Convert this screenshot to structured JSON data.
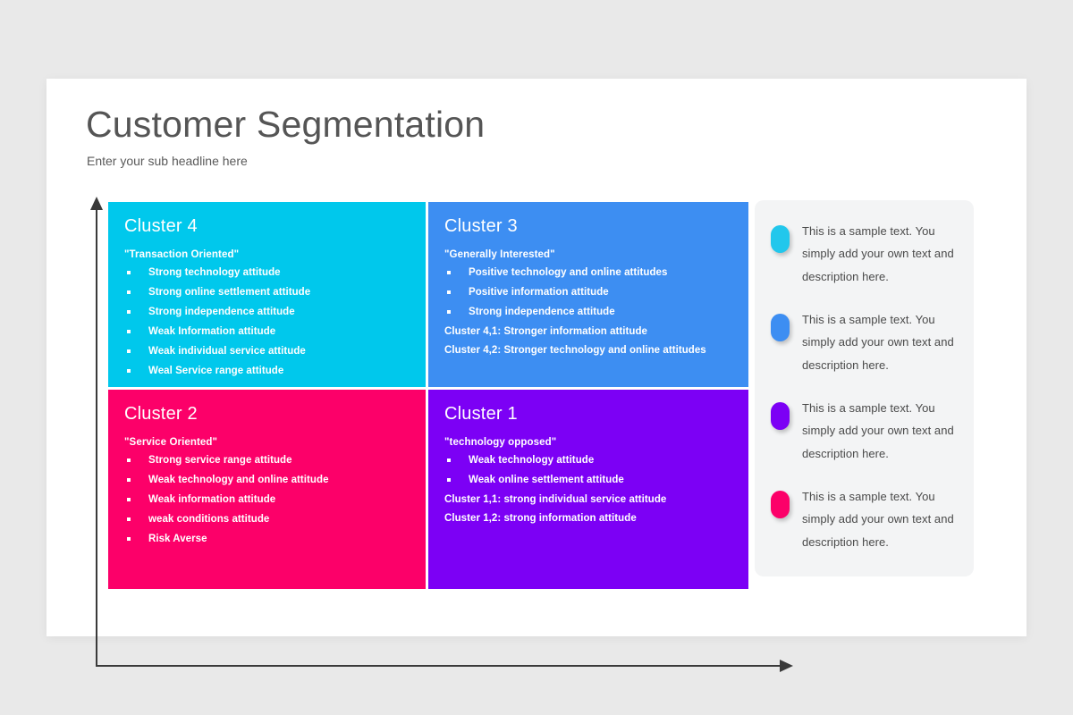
{
  "slide": {
    "title": "Customer Segmentation",
    "subtitle": "Enter your sub headline here",
    "background_color": "#e9e9e9",
    "card_color": "#ffffff"
  },
  "axes": {
    "color": "#3a3a3a",
    "y_axis_name": "vertical-axis-arrow",
    "x_axis_name": "horizontal-axis-arrow"
  },
  "matrix": {
    "quadrants": [
      {
        "id": "cluster-4",
        "title": "Cluster 4",
        "subtitle": "\"Transaction Oriented\"",
        "color": "#00c8ec",
        "bullets": [
          "Strong technology  attitude",
          "Strong online settlement  attitude",
          "Strong independence attitude",
          "Weak Information attitude",
          "Weak individual service attitude",
          "Weal Service range attitude"
        ],
        "notes": []
      },
      {
        "id": "cluster-3",
        "title": "Cluster 3",
        "subtitle": "\"Generally Interested\"",
        "color": "#3d8ef2",
        "bullets": [
          "Positive technology and online attitudes",
          "Positive information attitude",
          "Strong independence attitude"
        ],
        "notes": [
          "Cluster 4,1: Stronger information attitude",
          "Cluster 4,2: Stronger technology and online attitudes"
        ]
      },
      {
        "id": "cluster-2",
        "title": "Cluster 2",
        "subtitle": "\"Service Oriented\"",
        "color": "#fc0069",
        "bullets": [
          "Strong service range attitude",
          "Weak technology and online attitude",
          "Weak information attitude",
          "weak conditions attitude",
          "Risk Averse"
        ],
        "notes": []
      },
      {
        "id": "cluster-1",
        "title": "Cluster 1",
        "subtitle": "\"technology opposed\"",
        "color": "#7c00f5",
        "bullets": [
          "Weak technology attitude",
          "Weak online settlement  attitude"
        ],
        "notes": [
          "Cluster 1,1: strong individual service attitude",
          "Cluster 1,2: strong information attitude"
        ]
      }
    ]
  },
  "side_panel": {
    "background_color": "#f3f4f5",
    "items": [
      {
        "color": "#22c7ec",
        "text": "This is a sample text. You simply add your own text and description here."
      },
      {
        "color": "#3d8ef2",
        "text": "This is a sample text. You simply add your own text and description here."
      },
      {
        "color": "#7c00f5",
        "text": "This is a sample text. You simply add your own text and description here."
      },
      {
        "color": "#fc0069",
        "text": "This is a sample text. You simply add your own text and description here."
      }
    ]
  }
}
